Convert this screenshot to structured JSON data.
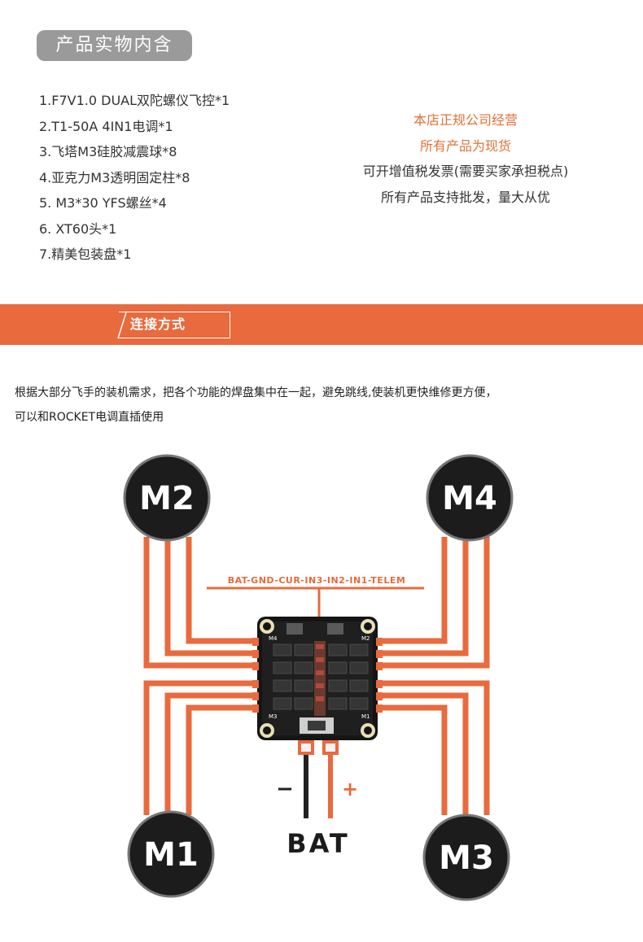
{
  "header": {
    "title": "产品实物内含"
  },
  "package_contents": [
    "1.F7V1.0 DUAL双陀螺仪飞控*1",
    "2.T1-50A 4IN1电调*1",
    "3.飞塔M3硅胶减震球*8",
    "4.亚克力M3透明固定柱*8",
    "5. M3*30 YFS螺丝*4",
    "6. XT60头*1",
    "7.精美包装盘*1"
  ],
  "shop_info": {
    "lines": [
      "本店正规公司经营",
      "所有产品为现货",
      "可开增值税发票(需要买家承担税点)",
      "所有产品支持批发，量大从优"
    ],
    "accent_color": "#e27038"
  },
  "section": {
    "title": "连接方式",
    "bar_color": "#e86a3d"
  },
  "description": {
    "line1": "根据大部分飞手的装机需求，把各个功能的焊盘集中在一起，避免跳线,使装机更快维修更方便，",
    "line2": "可以和ROCKET电调直插使用"
  },
  "diagram": {
    "motors": {
      "m2": "M2",
      "m4": "M4",
      "m1": "M1",
      "m3": "M3"
    },
    "board_labels": {
      "m4": "M4",
      "m2": "M2",
      "m3": "M3",
      "m1": "M1"
    },
    "signal_label": "BAT-GND-CUR-IN3-IN2-IN1-TELEM",
    "battery_label": "BAT",
    "negative_sign": "−",
    "positive_sign": "+",
    "wire_color": "#e86a3d",
    "motor_color": "#1c1c1c"
  }
}
